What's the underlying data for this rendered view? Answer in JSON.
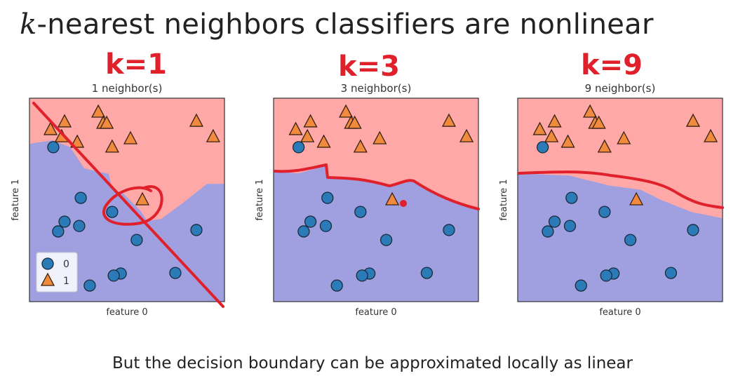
{
  "slide": {
    "title_var": "k",
    "title_rest": "-nearest neighbors classifiers are nonlinear",
    "caption": "But the decision boundary can be approximated locally as linear"
  },
  "annotations": [
    "k=1",
    "k=3",
    "k=9"
  ],
  "colors": {
    "class0_region": "#a0a0e0",
    "class1_region": "#ffa8a8",
    "class0_marker": "#2b7bb9",
    "class1_marker": "#f08a3c",
    "ink": "#e0202a"
  },
  "chart_data": [
    {
      "type": "scatter",
      "title": "1 neighbor(s)",
      "xlabel": "feature 0",
      "ylabel": "feature 1",
      "xlim": [
        0,
        100
      ],
      "ylim": [
        0,
        100
      ],
      "legend": {
        "placement": "bottom-left",
        "entries": [
          "0",
          "1"
        ]
      },
      "boundary": [
        [
          0,
          77.6
        ],
        [
          11.9,
          79.3
        ],
        [
          20.9,
          75.9
        ],
        [
          28.1,
          65.5
        ],
        [
          40.6,
          62.8
        ],
        [
          42.4,
          55.2
        ],
        [
          47.8,
          53.4
        ],
        [
          56.8,
          44.8
        ],
        [
          60.4,
          39.7
        ],
        [
          67.6,
          40.7
        ],
        [
          78.4,
          48.3
        ],
        [
          91,
          57.9
        ],
        [
          100,
          57.9
        ]
      ]
    },
    {
      "type": "scatter",
      "title": "3 neighbor(s)",
      "xlabel": "feature 0",
      "ylabel": "feature 1",
      "xlim": [
        0,
        100
      ],
      "ylim": [
        0,
        100
      ],
      "boundary": [
        [
          0,
          64
        ],
        [
          12,
          63
        ],
        [
          26,
          67
        ],
        [
          26.5,
          61
        ],
        [
          40,
          60
        ],
        [
          54,
          57
        ],
        [
          67,
          60
        ],
        [
          82,
          52
        ],
        [
          100,
          45
        ]
      ]
    },
    {
      "type": "scatter",
      "title": "9 neighbor(s)",
      "xlabel": "feature 0",
      "ylabel": "feature 1",
      "xlim": [
        0,
        100
      ],
      "ylim": [
        0,
        100
      ],
      "boundary": [
        [
          0,
          63
        ],
        [
          25,
          62
        ],
        [
          45,
          57
        ],
        [
          60,
          55
        ],
        [
          70,
          50
        ],
        [
          85,
          44
        ],
        [
          100,
          41
        ]
      ]
    }
  ],
  "points": {
    "class1": [
      [
        10.8,
        84.5
      ],
      [
        18,
        88.3
      ],
      [
        16.5,
        81
      ],
      [
        35.3,
        93.1
      ],
      [
        37.8,
        87.6
      ],
      [
        39.6,
        87.6
      ],
      [
        24.5,
        78.3
      ],
      [
        42.4,
        75.9
      ],
      [
        51.8,
        80
      ],
      [
        85.6,
        88.6
      ],
      [
        94.2,
        81
      ],
      [
        57.9,
        50
      ]
    ],
    "class0": [
      [
        12.2,
        75.9
      ],
      [
        26.3,
        51
      ],
      [
        18,
        39.3
      ],
      [
        14.7,
        34.5
      ],
      [
        25.5,
        37.2
      ],
      [
        42.4,
        44.1
      ],
      [
        55,
        30.3
      ],
      [
        85.6,
        35.2
      ],
      [
        46.8,
        13.8
      ],
      [
        43.2,
        12.8
      ],
      [
        74.8,
        14.1
      ],
      [
        30.9,
        7.9
      ]
    ]
  }
}
